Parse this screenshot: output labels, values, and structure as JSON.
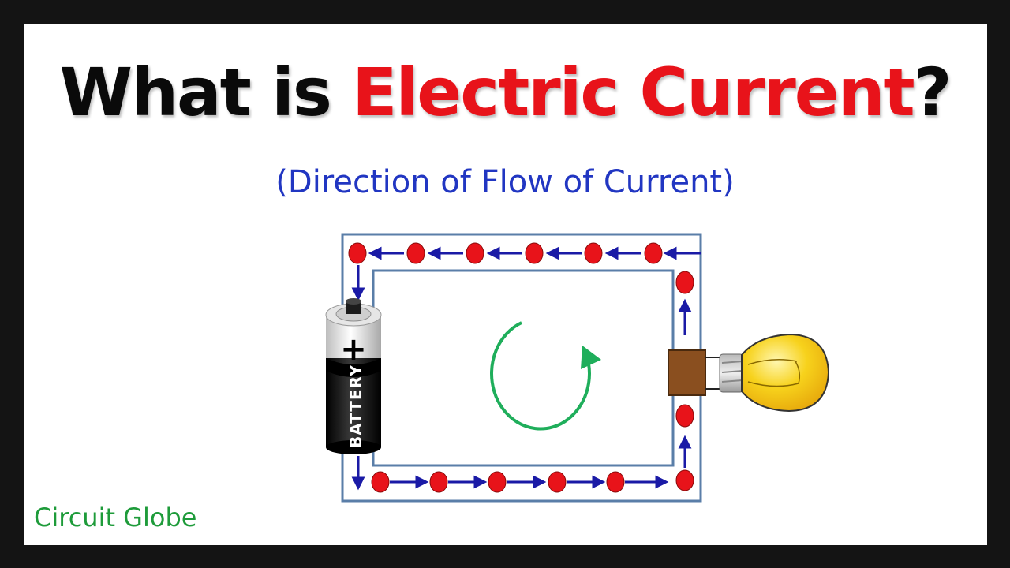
{
  "title": {
    "prefix": "What is ",
    "highlight": "Electric Current",
    "suffix": "?"
  },
  "subtitle": "(Direction of Flow of Current)",
  "battery": {
    "plus_sign": "+",
    "label": "BATTERY"
  },
  "brand": "Circuit Globe",
  "colors": {
    "frame": "#141414",
    "title_text": "#0a0a0a",
    "highlight": "#e8131a",
    "subtitle": "#2136c2",
    "wire": "#5a7ea8",
    "electron": "#e8131a",
    "arrow": "#1a1aa6",
    "rotation_arrow": "#1fae5b",
    "brand": "#1e9b3a",
    "bulb": "#f7c914",
    "socket": "#8a4f1f"
  },
  "icons": [
    "battery-icon",
    "light-bulb-icon",
    "clockwise-rotation-icon"
  ]
}
